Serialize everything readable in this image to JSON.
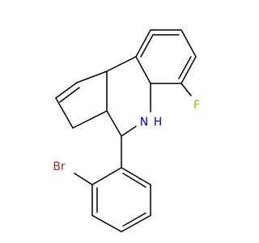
{
  "molecule": {
    "atoms": {
      "fluorine": "F",
      "nitrogen": "N",
      "hydrogen": "H",
      "bromine": "Br"
    },
    "colors": {
      "fluorine": "#b3a400",
      "nitrogen": "#0000ff",
      "bromine": "#a52a2a",
      "bond": "#000000",
      "background": "#ffffff"
    }
  }
}
